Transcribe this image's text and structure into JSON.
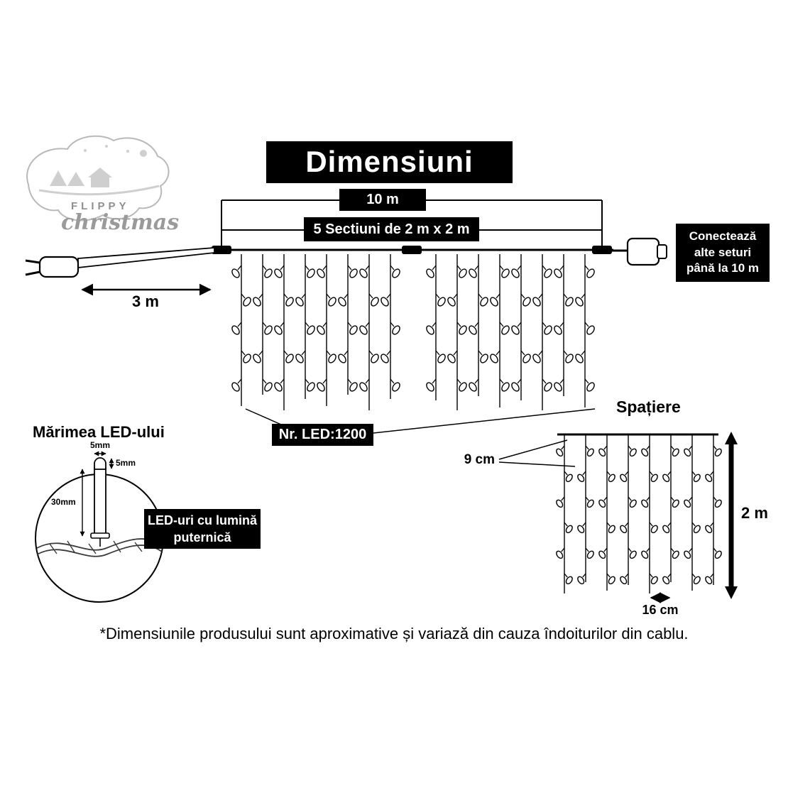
{
  "title": "Dimensiuni",
  "logo": {
    "brand_top": "FLIPPY",
    "brand_script": "christmas"
  },
  "dimensions": {
    "total_width_label": "10 m",
    "sections_label": "5 Sectiuni de 2 m x 2 m",
    "lead_cable_label": "3 m",
    "led_count_label": "Nr. LED:1200",
    "connect_note": "Conectează alte seturi până la 10 m"
  },
  "spacing": {
    "title": "Spațiere",
    "led_gap_label": "9 cm",
    "drop_height_label": "2 m",
    "string_gap_label": "16 cm"
  },
  "led_size": {
    "title": "Mărimea LED-ului",
    "tip_width_label": "5mm",
    "tip_height_label": "5mm",
    "body_height_label": "30mm",
    "note": "LED-uri cu lumină puternică"
  },
  "footer": "*Dimensiunile produsului sunt aproximative și variază din cauza îndoiturilor din cablu.",
  "colors": {
    "box_bg": "#000000",
    "box_text": "#ffffff",
    "logo_gray": "#9a9a9a"
  }
}
